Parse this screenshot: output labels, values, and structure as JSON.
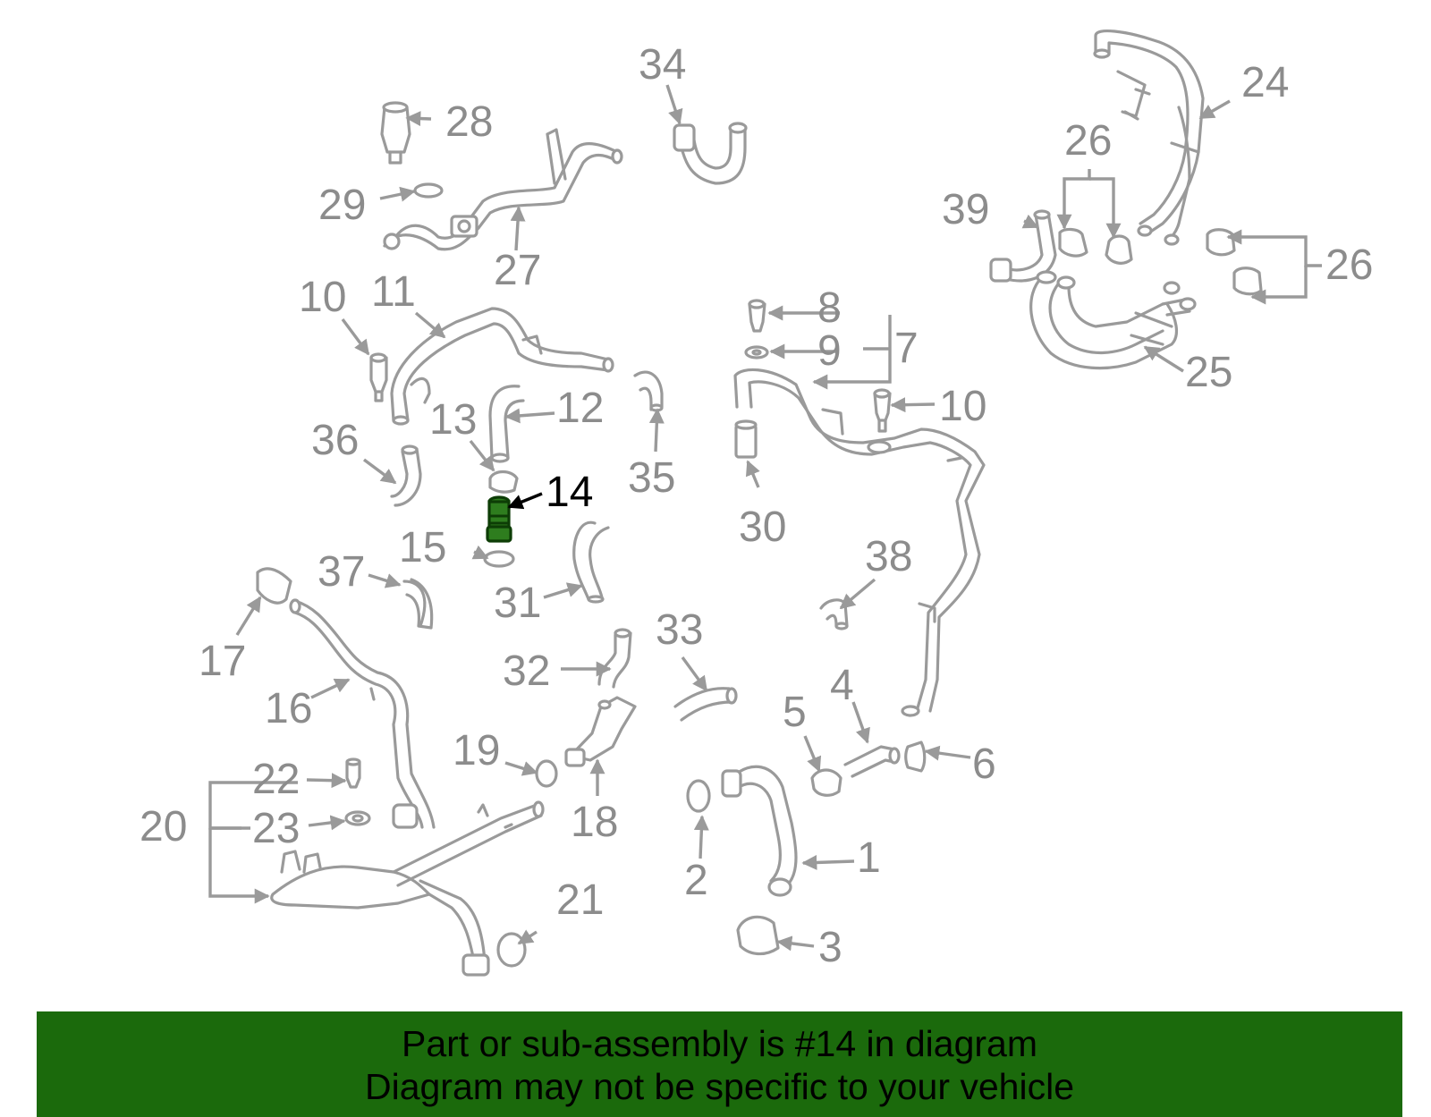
{
  "highlight": {
    "part": "14",
    "color": "#2e7d1e"
  },
  "labels": {
    "l1": "1",
    "l2": "2",
    "l3": "3",
    "l4": "4",
    "l5": "5",
    "l6": "6",
    "l7": "7",
    "l8": "8",
    "l9": "9",
    "l10a": "10",
    "l10b": "10",
    "l11": "11",
    "l12": "12",
    "l13": "13",
    "l14": "14",
    "l15": "15",
    "l16": "16",
    "l17": "17",
    "l18": "18",
    "l19": "19",
    "l20": "20",
    "l21": "21",
    "l22": "22",
    "l23": "23",
    "l24": "24",
    "l25": "25",
    "l26a": "26",
    "l26b": "26",
    "l27": "27",
    "l28": "28",
    "l29": "29",
    "l30": "30",
    "l31": "31",
    "l32": "32",
    "l33": "33",
    "l34": "34",
    "l35": "35",
    "l36": "36",
    "l37": "37",
    "l38": "38",
    "l39": "39"
  },
  "banner": {
    "line1": "Part or sub-assembly is #14 in diagram",
    "line2": "Diagram may not be specific to your vehicle",
    "background": "#1b6a0c"
  }
}
